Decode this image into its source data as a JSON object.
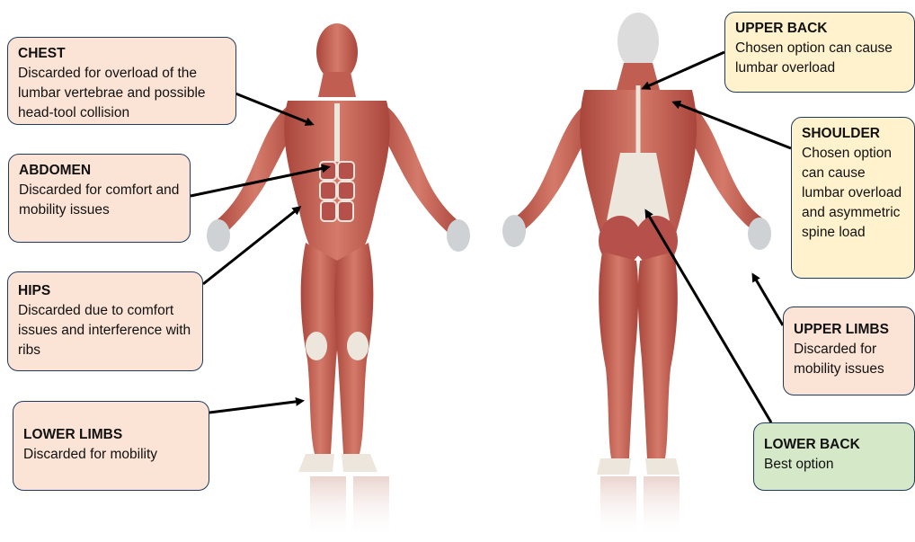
{
  "callouts": {
    "chest": {
      "title": "CHEST",
      "text": "Discarded for overload of the lumbar vertebrae and possible head-tool collision"
    },
    "abdomen": {
      "title": "ABDOMEN",
      "text": "Discarded for comfort and mobility issues"
    },
    "hips": {
      "title": "HIPS",
      "text": "Discarded due to comfort issues and interference with ribs"
    },
    "lower_limbs": {
      "title": "LOWER LIMBS",
      "text": "Discarded for mobility"
    },
    "upper_back": {
      "title": "UPPER BACK",
      "text": "Chosen option can cause lumbar overload"
    },
    "shoulder": {
      "title": "SHOULDER",
      "text": "Chosen option can cause lumbar overload and asymmetric spine load"
    },
    "upper_limbs": {
      "title": "UPPER LIMBS",
      "text": "Discarded for mobility issues"
    },
    "lower_back": {
      "title": "LOWER BACK",
      "text": "Best option"
    }
  },
  "colors": {
    "discarded": "#fbe4d6",
    "chosen": "#fff2cc",
    "best": "#d5e8c8",
    "box_border": "#1f3a5f",
    "muscle": "#c8655a",
    "tendon": "#ece6dc"
  }
}
